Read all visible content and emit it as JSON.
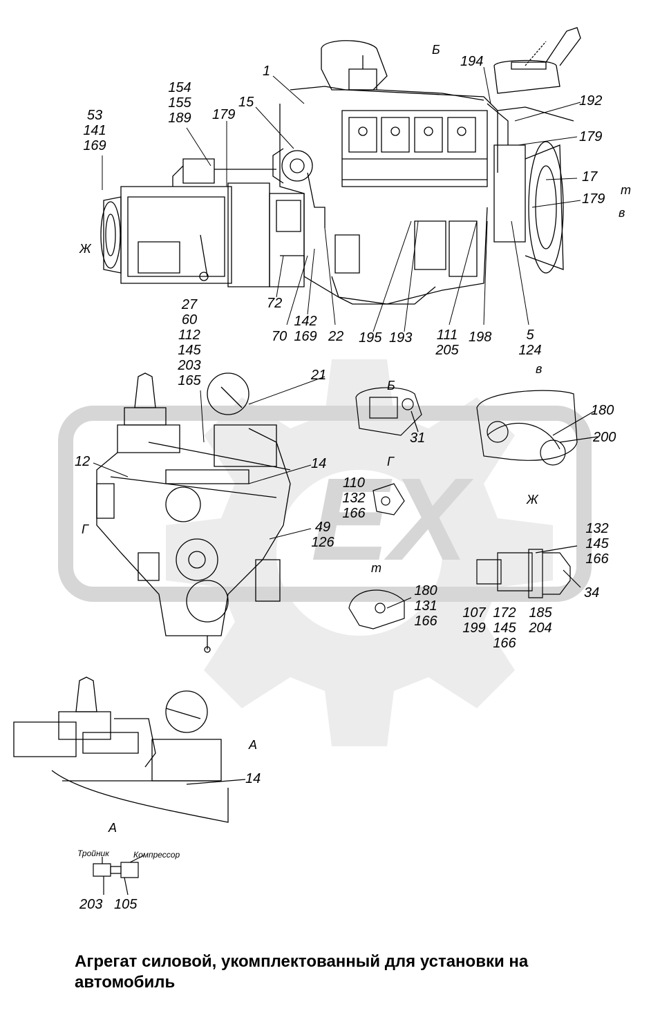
{
  "views": {
    "B": "Б",
    "V": "в",
    "G": "Г",
    "T": "т",
    "Zh": "Ж",
    "A": "А"
  },
  "labels_top": {
    "l53": [
      "53",
      "141",
      "169"
    ],
    "l154": [
      "154",
      "155",
      "189"
    ],
    "l179a": "179",
    "l15": "15",
    "l1": "1",
    "l194": "194",
    "l192": "192",
    "l179b": "179",
    "l17": "17",
    "l179c": "179",
    "l72": "72",
    "l70": "70",
    "l142": [
      "142",
      "169"
    ],
    "l22": "22",
    "l195": "195",
    "l193": "193",
    "l111": [
      "111",
      "205"
    ],
    "l198": "198",
    "l5": [
      "5",
      "124"
    ]
  },
  "labels_mid": {
    "l27": [
      "27",
      "60",
      "112",
      "145",
      "203",
      "165"
    ],
    "l21": "21",
    "l12": "12",
    "l14a": "14",
    "l49": [
      "49",
      "126"
    ],
    "l31": "31",
    "l110": [
      "110",
      "132",
      "166"
    ],
    "l180a": "180",
    "l200": "200",
    "l132": [
      "132",
      "145",
      "166"
    ],
    "l34": "34",
    "l180b": [
      "180",
      "131",
      "166"
    ],
    "l107": [
      "107",
      "199"
    ],
    "l172": [
      "172",
      "145",
      "166"
    ],
    "l185": [
      "185",
      "204"
    ]
  },
  "labels_bottom": {
    "l14b": "14",
    "l203": "203",
    "l105": "105"
  },
  "fitting": {
    "tee": "Тройник",
    "compressor": "Компрессор"
  },
  "caption": "Агрегат силовой, укомплектованный для установки на автомобиль",
  "colors": {
    "line": "#000000",
    "watermark": "#d9d9d9",
    "background": "#ffffff"
  }
}
